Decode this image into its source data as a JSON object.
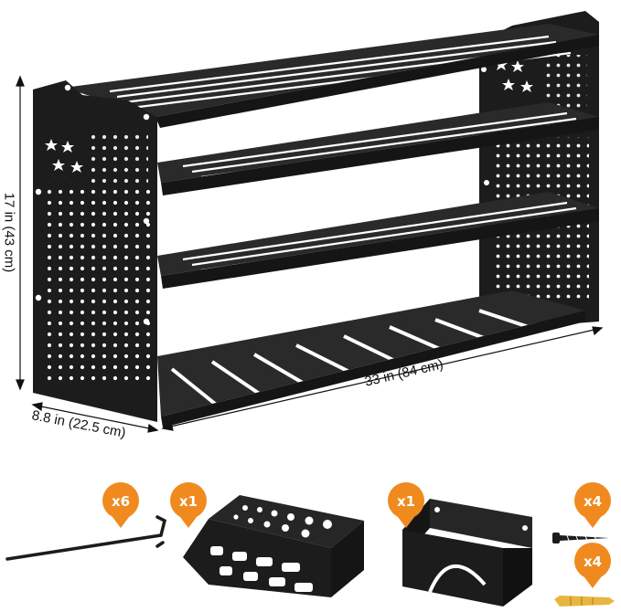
{
  "dimensions": {
    "height": "17 in (43 cm)",
    "width": "33 in (84 cm)",
    "depth": "8.8 in (22.5 cm)"
  },
  "accessories": {
    "hooks": "x6",
    "holder": "x1",
    "bracket": "x1",
    "screws": "x4",
    "anchors": "x4"
  },
  "colors": {
    "rack": "#1c1c1c",
    "badge": "#f08a1f",
    "anchor": "#e8b640"
  }
}
